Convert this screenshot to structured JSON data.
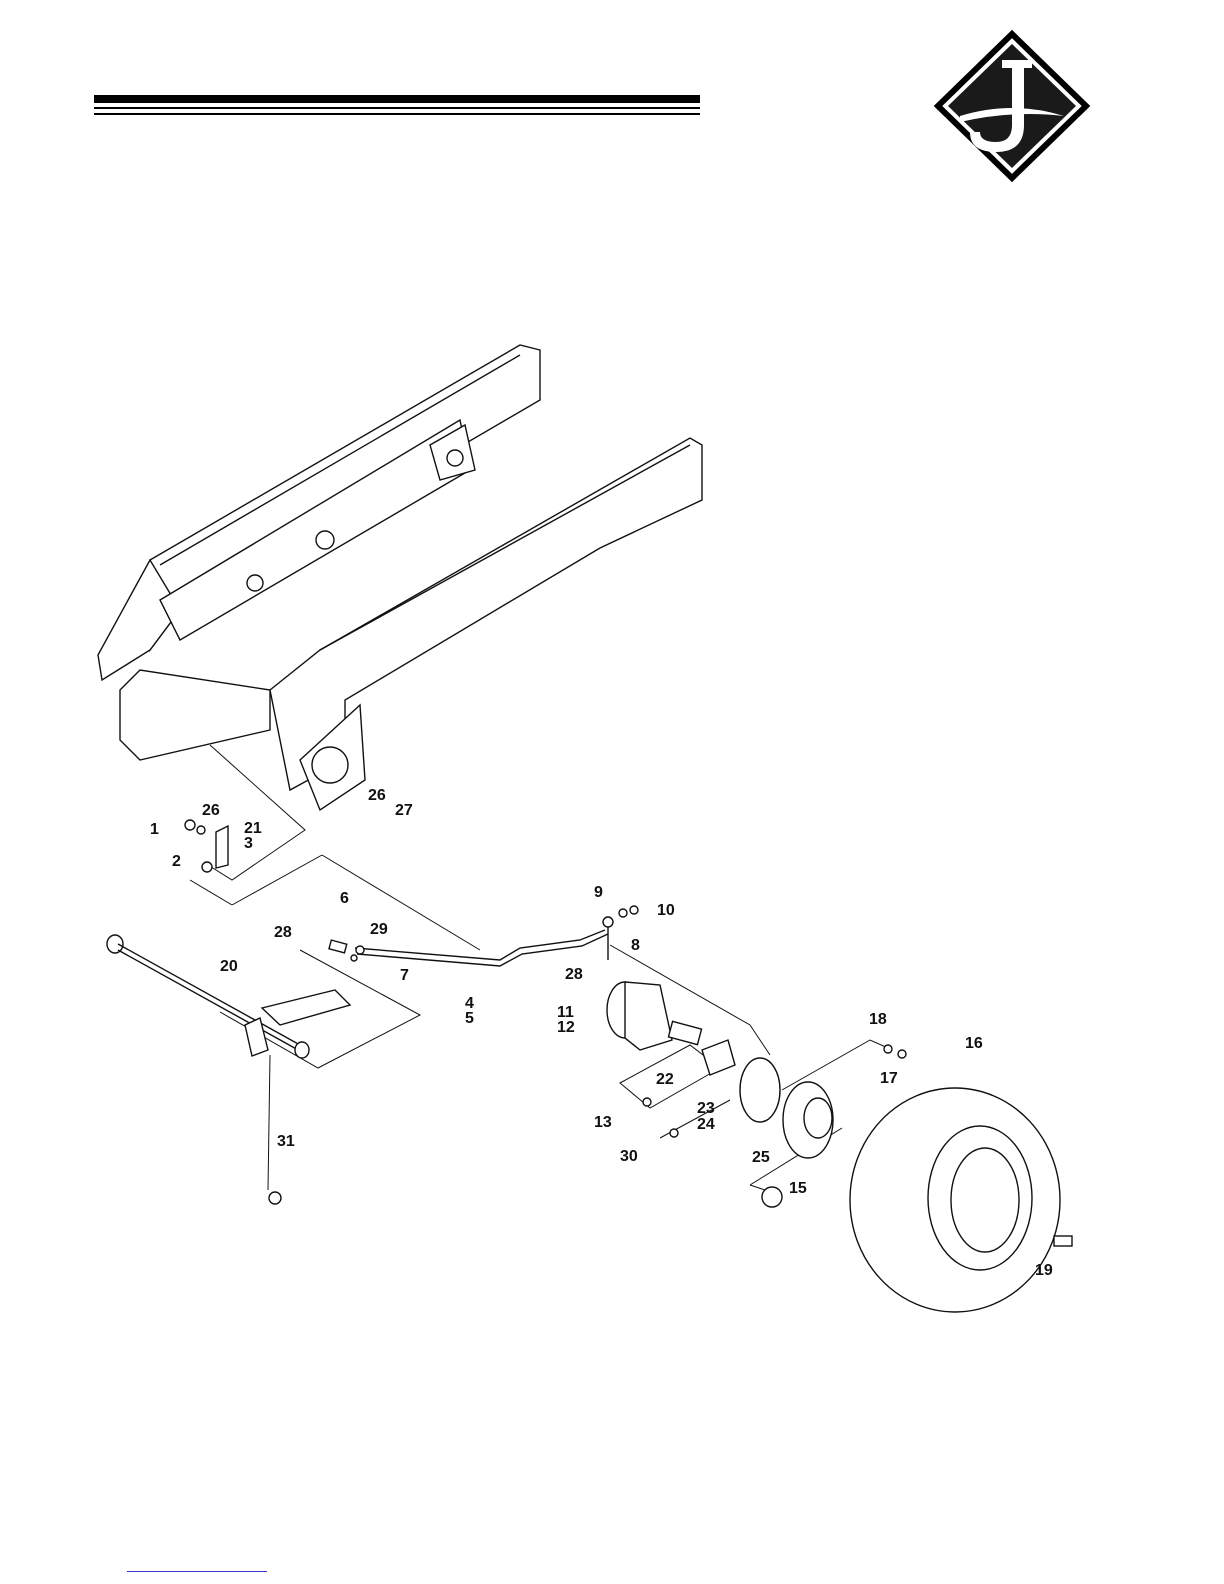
{
  "callouts": {
    "n1": "1",
    "n2": "2",
    "n3": "3",
    "n4": "4",
    "n5": "5",
    "n6": "6",
    "n7": "7",
    "n8": "8",
    "n9": "9",
    "n10": "10",
    "n11": "11",
    "n12": "12",
    "n13": "13",
    "n15": "15",
    "n16": "16",
    "n17": "17",
    "n18": "18",
    "n19": "19",
    "n20": "20",
    "n21": "21",
    "n22": "22",
    "n23": "23",
    "n24": "24",
    "n25": "25",
    "n26a": "26",
    "n26b": "26",
    "n27": "27",
    "n28a": "28",
    "n28b": "28",
    "n29": "29",
    "n30": "30",
    "n31": "31"
  },
  "footer": {
    "link_text": ""
  }
}
